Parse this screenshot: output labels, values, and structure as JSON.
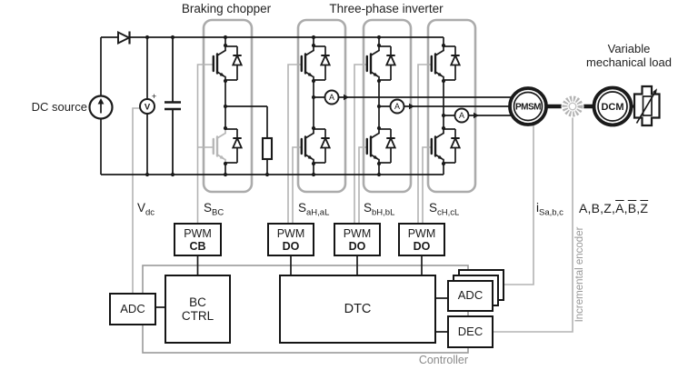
{
  "titles": {
    "braking_chopper": "Braking chopper",
    "three_phase_inverter": "Three-phase inverter",
    "variable_load": [
      "Variable",
      "mechanical load"
    ],
    "controller": "Controller",
    "incremental_encoder": "Incremental encoder",
    "dc_source": "DC source"
  },
  "signal_labels": {
    "vdc": {
      "main": "V",
      "sub": "dc"
    },
    "sbc": {
      "main": "S",
      "sub": "BC"
    },
    "sa": {
      "main": "S",
      "sub": "aH,aL"
    },
    "sb": {
      "main": "S",
      "sub": "bH,bL"
    },
    "sc": {
      "main": "S",
      "sub": "cH,cL"
    },
    "is": {
      "main": "i",
      "sub": "Sa,b,c"
    },
    "encoder": {
      "parts": [
        {
          "t": "A,B,Z,"
        },
        {
          "t": "A",
          "over": true
        },
        {
          "t": ","
        },
        {
          "t": "B",
          "over": true
        },
        {
          "t": ","
        },
        {
          "t": "Z",
          "over": true
        }
      ]
    }
  },
  "blocks": {
    "pwm_cb": {
      "line1": "PWM",
      "line2": "CB"
    },
    "pwm_do_a": {
      "line1": "PWM",
      "line2": "DO"
    },
    "pwm_do_b": {
      "line1": "PWM",
      "line2": "DO"
    },
    "pwm_do_c": {
      "line1": "PWM",
      "line2": "DO"
    },
    "adc_dc": "ADC",
    "bc_ctrl": {
      "line1": "BC",
      "line2": "CTRL"
    },
    "dtc": "DTC",
    "adc_stack": "ADC",
    "dec": "DEC"
  },
  "machines": {
    "pmsm": "PMSM",
    "dcm": "DCM"
  },
  "sensors": {
    "current_a": "A",
    "current_b": "A",
    "current_c": "A",
    "voltage": "V",
    "voltage_polarity": "+"
  },
  "colors": {
    "wire": "#1a1a1a",
    "group_border": "#ababab",
    "sense_wire": "#b3b3b3",
    "inactive_device": "#b7b7b7",
    "muted_text": "#8a8a8a"
  }
}
